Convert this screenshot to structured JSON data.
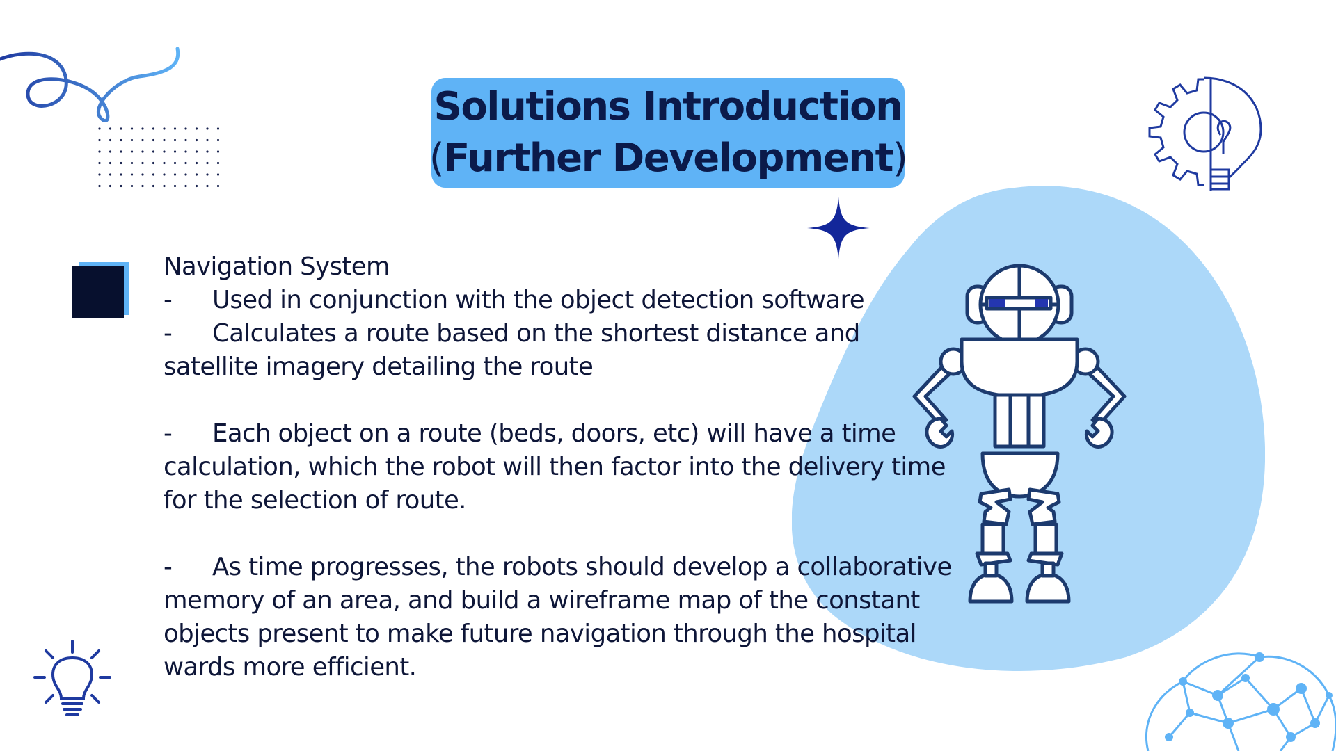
{
  "slide": {
    "title_line1": "Solutions Introduction",
    "title_line2_open": "(",
    "title_line2_text": "Further Development",
    "title_line2_close": ")",
    "heading": "Navigation System",
    "dash": "-",
    "bullet1": "Used in conjunction with the object detection software",
    "bullet2_first": "Calculates a route based on the shortest distance and",
    "bullet2_rest": "satellite imagery detailing the route",
    "bullet3_first": "Each object on a route (beds, doors, etc) will have a time",
    "bullet3_rest1": "calculation, which the robot will then factor into the delivery time",
    "bullet3_rest2": "for the selection of route.",
    "bullet4_first": "As time progresses, the robots should develop a collaborative",
    "bullet4_rest1": "memory of an area, and build a wireframe map of the constant",
    "bullet4_rest2": "objects present to make future navigation through the hospital",
    "bullet4_rest3": "wards more efficient."
  },
  "colors": {
    "navy": "#0b1a4a",
    "accent_blue": "#5fb3f6",
    "blob_blue": "#acd8f9",
    "squiggle_blue": "#1f3aa0",
    "sparkle": "#13279a"
  },
  "icons": [
    "squiggle-decoration",
    "dot-grid-decoration",
    "gear-bulb-icon",
    "sparkle-icon",
    "robot-illustration",
    "lightbulb-icon",
    "brain-network-icon"
  ]
}
